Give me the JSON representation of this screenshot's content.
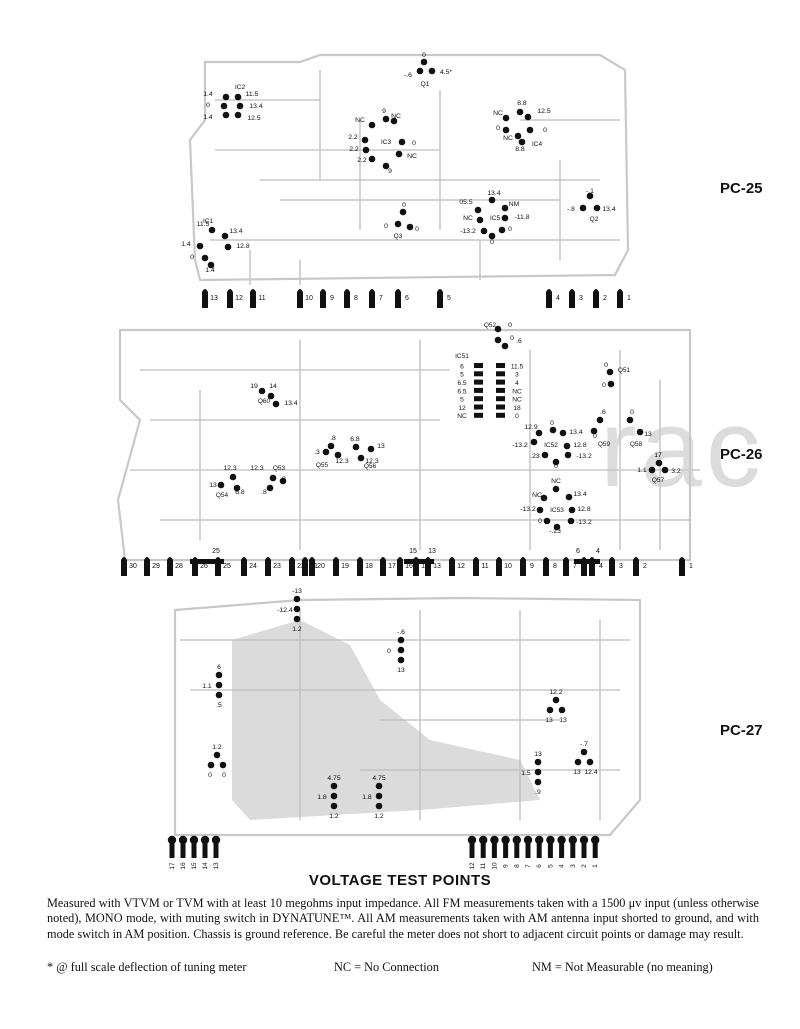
{
  "boards": [
    {
      "name": "PC-25",
      "pins": [
        "13",
        "12",
        "11",
        "10",
        "9",
        "8",
        "7",
        "6",
        "5",
        "4",
        "3",
        "2",
        "1"
      ],
      "components": [
        {
          "label": "Q1",
          "values": [
            "0",
            "-.6",
            "4.5*"
          ]
        },
        {
          "label": "IC2",
          "values": [
            "1.4",
            "0",
            "1.4",
            "11.5",
            "13.4",
            "12.5"
          ]
        },
        {
          "label": "IC3",
          "values": [
            "NC",
            "2.2",
            "2.2",
            "2.2",
            "9",
            "NC",
            "0",
            "NC",
            "9"
          ]
        },
        {
          "label": "IC4",
          "values": [
            "8.8",
            "NC",
            "0",
            "NC",
            "12.5",
            "0",
            "8.8"
          ]
        },
        {
          "label": "Q3",
          "values": [
            "0",
            "0",
            "0"
          ]
        },
        {
          "label": "IC5",
          "values": [
            "13.4",
            "05.5",
            "NC",
            "-13.2",
            "NM",
            "-11.8",
            "0",
            "0"
          ]
        },
        {
          "label": "Q2",
          "values": [
            "-.1",
            "-.8",
            "13.4"
          ]
        },
        {
          "label": "IC1",
          "values": [
            "11.5",
            "1.4",
            "0",
            "1.4",
            "13.4",
            "12.8"
          ]
        }
      ]
    },
    {
      "name": "PC-26",
      "pins": [
        "30",
        "29",
        "28",
        "26",
        "25",
        "24",
        "23",
        "22",
        "21",
        "20",
        "19",
        "18",
        "17",
        "16",
        "15",
        "13",
        "12",
        "11",
        "10",
        "9",
        "8",
        "7",
        "6",
        "4",
        "3",
        "2",
        "1"
      ],
      "components": [
        {
          "label": "Q52",
          "values": [
            "0",
            "0",
            ".6"
          ]
        },
        {
          "label": "IC51",
          "values": [
            "6",
            "5",
            "6.5",
            "6.5",
            "5",
            "12",
            "NC",
            "11.5",
            "3",
            "4",
            "NC",
            "NC",
            "18",
            "0"
          ]
        },
        {
          "label": "Q51",
          "values": [
            "0",
            "0"
          ]
        },
        {
          "label": "Q60",
          "values": [
            "19",
            "14",
            "13.4"
          ]
        },
        {
          "label": "Q55",
          "values": [
            ".8",
            ".3",
            "12.3"
          ]
        },
        {
          "label": "Q56",
          "values": [
            "6.8",
            "13",
            "12.3"
          ]
        },
        {
          "label": "IC52",
          "values": [
            "12.9",
            "13.4",
            "-13.2",
            "12.8",
            ".23",
            "-13.2",
            "0",
            "0"
          ]
        },
        {
          "label": "Q59",
          "values": [
            ".6",
            "0"
          ]
        },
        {
          "label": "Q58",
          "values": [
            "0",
            "13"
          ]
        },
        {
          "label": "Q57",
          "values": [
            "17",
            "1.1",
            "3.2"
          ]
        },
        {
          "label": "Q53",
          "values": [
            "12.3",
            ".3",
            ".8"
          ]
        },
        {
          "label": "Q54",
          "values": [
            "12.3",
            "13",
            "6.8"
          ]
        },
        {
          "label": "IC53",
          "values": [
            "NC",
            "13.4",
            "NC",
            "-13.2",
            "12.8",
            "0",
            "-13.2",
            "-.23"
          ]
        }
      ]
    },
    {
      "name": "PC-27",
      "pins_left": [
        "17",
        "16",
        "15",
        "14",
        "13"
      ],
      "pins_right": [
        "12",
        "11",
        "10",
        "9",
        "8",
        "7",
        "6",
        "5",
        "4",
        "3",
        "2",
        "1"
      ],
      "test_points": [
        {
          "values": [
            "-13",
            "-12.4",
            "1.2"
          ]
        },
        {
          "values": [
            "-.6",
            "0",
            "13"
          ]
        },
        {
          "values": [
            "6",
            "1.1",
            ".5"
          ]
        },
        {
          "values": [
            "12.2",
            "13",
            "13"
          ]
        },
        {
          "values": [
            "1.2",
            "0",
            "0"
          ]
        },
        {
          "values": [
            "13",
            "1.5",
            ".9"
          ]
        },
        {
          "values": [
            "-.7",
            "13",
            "12.4"
          ]
        },
        {
          "values": [
            "4.75",
            "1.8",
            "1.2"
          ]
        },
        {
          "values": [
            "4.75",
            "1.8",
            "1.2"
          ]
        }
      ]
    }
  ],
  "caption": {
    "title": "VOLTAGE TEST POINTS",
    "body": "Measured with VTVM or TVM with at least 10 megohms input impedance. All FM measurements taken with a 1500 μv input (unless otherwise noted), MONO mode, with muting switch in DYNATUNE™. All AM measurements taken with AM antenna input shorted to ground, and with mode switch in AM position. Chassis is ground reference. Be careful the meter does not short to adjacent circuit points or damage may result.",
    "footnote_star": "* @ full scale deflection of tuning meter",
    "footnote_nc": "NC = No Connection",
    "footnote_nm": "NM = Not Measurable (no meaning)"
  },
  "watermark": "rac",
  "colors": {
    "ink": "#111111",
    "trace": "#c8c8c8",
    "ground_plane": "#bdbdbd"
  }
}
